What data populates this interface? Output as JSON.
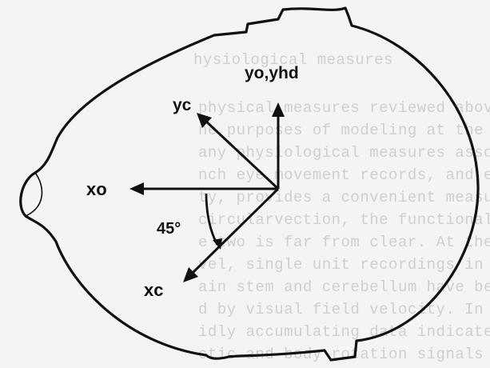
{
  "diagram": {
    "labels": {
      "yo_yhd": "yo,yhd",
      "yc": "yc",
      "xo": "xo",
      "xc": "xc",
      "angle": "45°"
    },
    "background_text": [
      "hysiological measures",
      "physical measures reviewed above are",
      "ne purposes of modeling at the present",
      "any physiological measures associated",
      "nch eye movement records, and easy",
      "ty, provides a convenient measure",
      "circularvection, the functional rel",
      "e two is far from clear.  At the el",
      "vel, single unit recordings in var",
      "ain stem and cerebellum have been a",
      "d by visual field velocity.  In par",
      "idly accumulating data indicate the",
      "ctic and body rotation signals"
    ],
    "colors": {
      "ink": "#111111",
      "paper": "#f4f4f2",
      "bleed_text": "#cfcfcc"
    }
  }
}
